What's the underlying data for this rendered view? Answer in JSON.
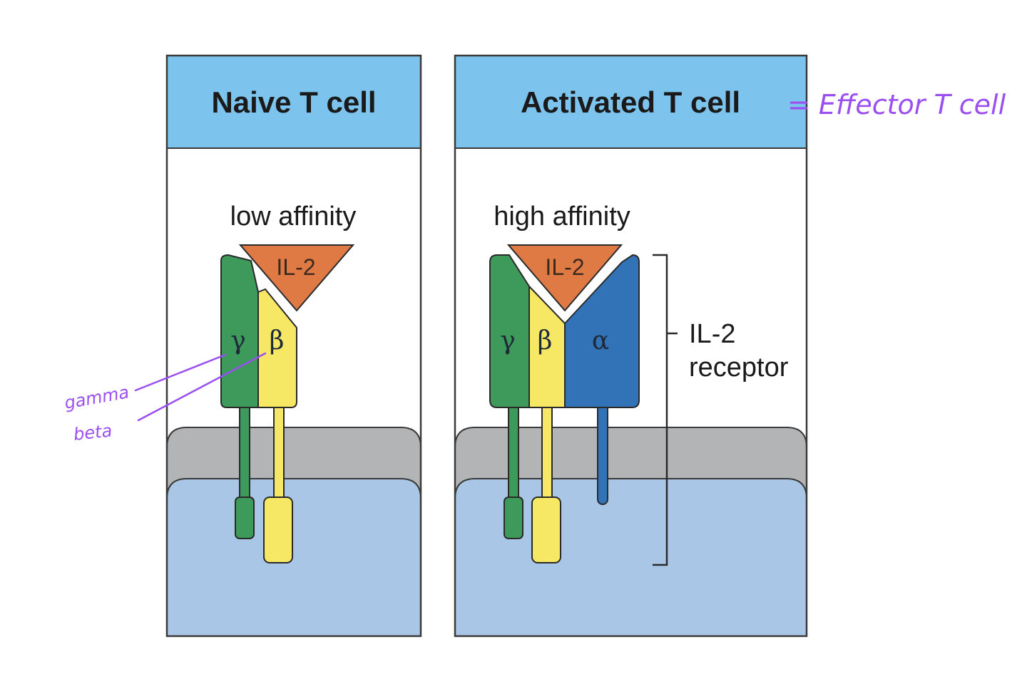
{
  "panels": {
    "naive": {
      "title": "Naive T cell",
      "affinity": "low affinity",
      "ligand": "IL-2",
      "chain_gamma": "γ",
      "chain_beta": "β"
    },
    "activated": {
      "title": "Activated T cell",
      "affinity": "high affinity",
      "ligand": "IL-2",
      "chain_gamma": "γ",
      "chain_beta": "β",
      "chain_alpha": "α"
    }
  },
  "receptor_label": {
    "line1": "IL-2",
    "line2": "receptor"
  },
  "annotations": {
    "effector": "= Effector T cell",
    "gamma": "gamma",
    "beta": "beta"
  },
  "colors": {
    "header": "#7cc4ee",
    "membrane": "#b3b4b6",
    "cytoplasm": "#a9c6e6",
    "gamma_chain": "#3d9a5a",
    "beta_chain": "#f6e765",
    "alpha_chain": "#3273b7",
    "il2": "#e07a45",
    "handwriting": "#9b4ff0"
  }
}
